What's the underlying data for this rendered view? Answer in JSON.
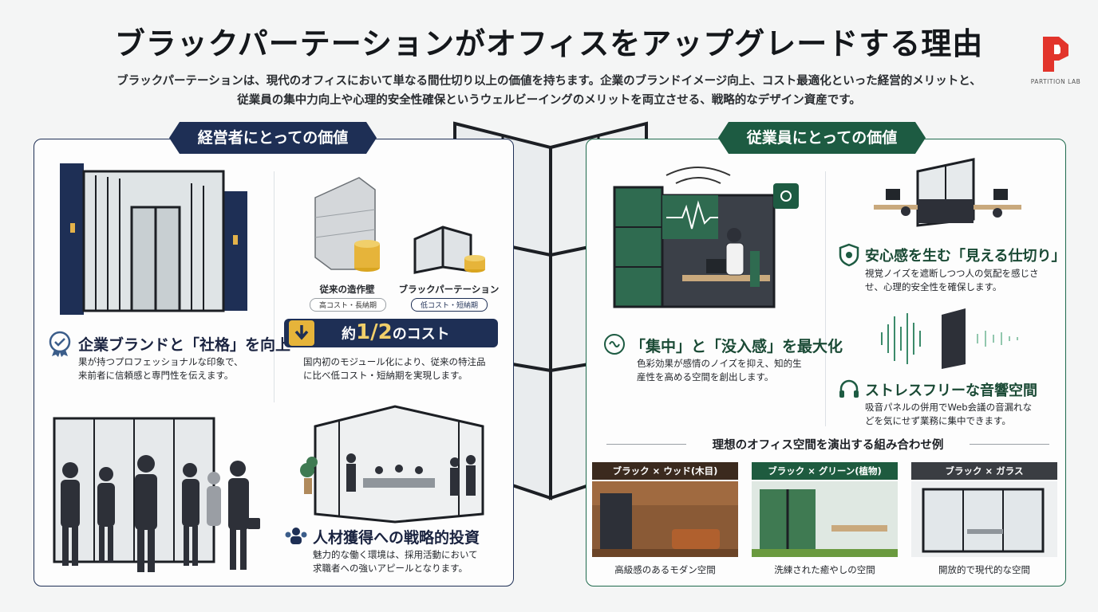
{
  "header": {
    "title": "ブラックパーテーションがオフィスをアップグレードする理由",
    "subtitle_line1": "ブラックパーテーションは、現代のオフィスにおいて単なる間仕切り以上の価値を持ちます。企業のブランドイメージ向上、コスト最適化といった経営的メリットと、",
    "subtitle_line2": "従業員の集中力向上や心理的安全性確保というウェルビーイングのメリットを両立させる、戦略的なデザイン資産です。"
  },
  "logo": {
    "text": "PARTITION LAB",
    "mark": "P",
    "color": "#e2342b"
  },
  "left": {
    "banner": "経営者にとっての価値",
    "brand": {
      "heading": "企業ブランドと「社格」を向上",
      "body1": "果が持つプロフェッショナルな印象で、",
      "body2": "来前者に信頼感と専門性を伝えます。"
    },
    "cost": {
      "wall_label": "従来の造作壁",
      "wall_pill": "高コスト・長納期",
      "partition_label": "ブラックパーテーション",
      "partition_pill": "低コスト・短納期",
      "bar_prefix": "約",
      "bar_fraction": "1/2",
      "bar_suffix": "のコスト",
      "body1": "国内初のモジュール化により、従来の特注品",
      "body2": "に比べ低コスト・短納期を実現します。"
    },
    "talent": {
      "heading": "人材獲得への戦略的投資",
      "body1": "魅力的な働く環境は、採用活動において",
      "body2": "求職者への強いアピールとなります。"
    }
  },
  "right": {
    "banner": "従業員にとっての価値",
    "focus": {
      "heading": "「集中」と「没入感」を最大化",
      "body1": "色彩効果が感情のノイズを抑え、知的生",
      "body2": "産性を高める空間を創出します。"
    },
    "safety": {
      "heading": "安心感を生む「見える仕切り」",
      "body1": "視覚ノイズを遮断しつつ人の気配を感じさ",
      "body2": "せ、心理的安全性を確保します。"
    },
    "acoustic": {
      "heading": "ストレスフリーな音響空間",
      "body1": "吸音パネルの併用でWeb会議の音漏れな",
      "body2": "どを気にせず業務に集中できます。"
    },
    "combos_title": "理想のオフィス空間を演出する組み合わせ例",
    "combos": [
      {
        "label": "ブラック × ウッド(木目)",
        "caption": "高級感のあるモダン空間",
        "color": "#3b2a1e"
      },
      {
        "label": "ブラック × グリーン(植物)",
        "caption": "洗練された癒やしの空間",
        "color": "#1e5b3f"
      },
      {
        "label": "ブラック × ガラス",
        "caption": "開放的で現代的な空間",
        "color": "#3a3d42"
      }
    ]
  },
  "colors": {
    "navy": "#1e2f55",
    "green": "#1d5b42",
    "accent_gold": "#d9a520"
  }
}
